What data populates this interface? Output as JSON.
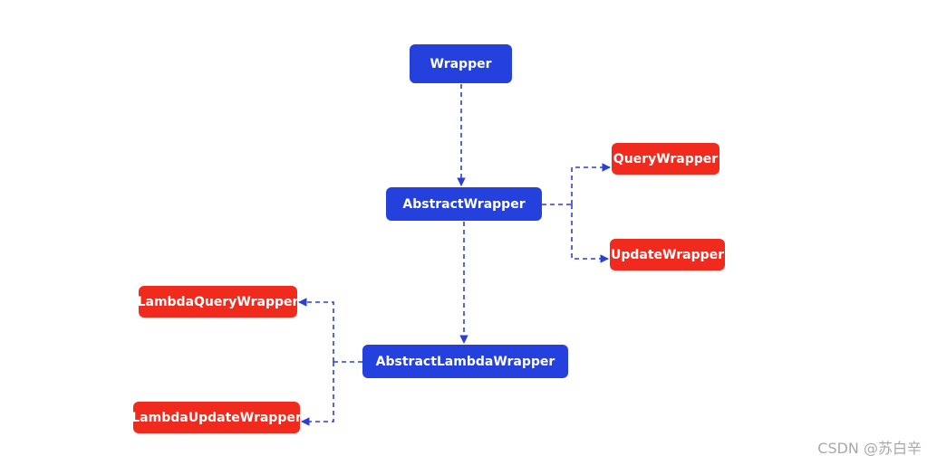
{
  "colors": {
    "primary_node": "#2440DD",
    "secondary_node": "#F12A1E",
    "connector": "#2B3FD4",
    "watermark": "#A8A8A8"
  },
  "nodes": {
    "wrapper": "Wrapper",
    "abstract_wrapper": "AbstractWrapper",
    "abstract_lambda_wrapper": "AbstractLambdaWrapper",
    "query_wrapper": "QueryWrapper",
    "update_wrapper": "UpdateWrapper",
    "lambda_query_wrapper": "LambdaQueryWrapper",
    "lambda_update_wrapper": "LambdaUpdateWrapper"
  },
  "watermark": "CSDN @苏白辛"
}
